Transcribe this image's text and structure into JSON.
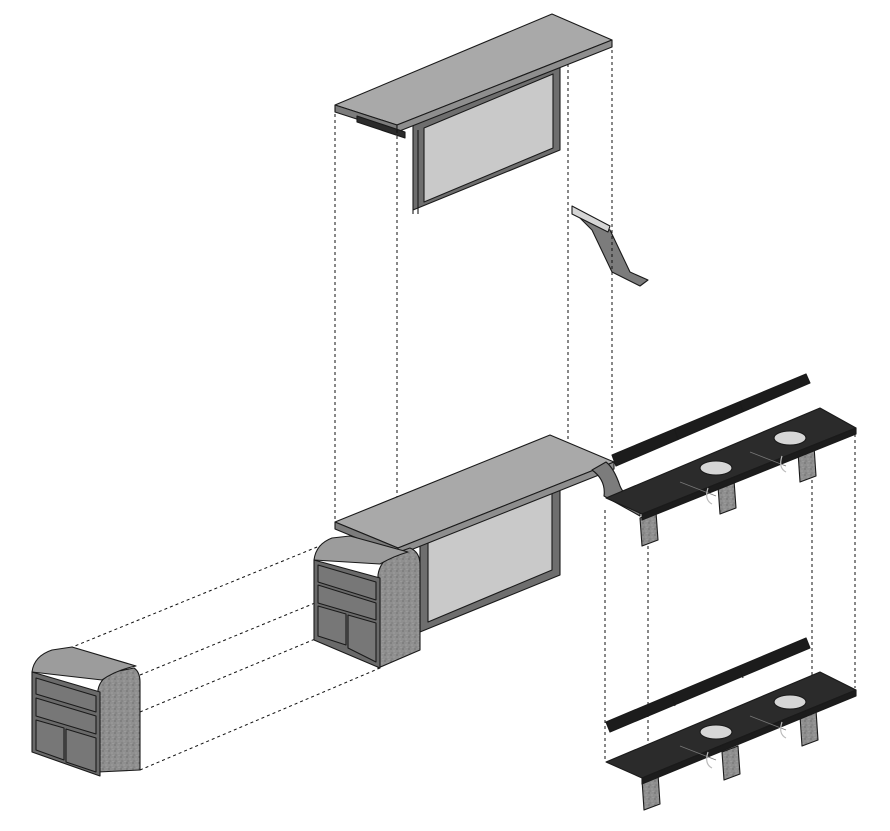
{
  "figure": {
    "kind": "exploded isometric furniture assembly",
    "text_labels": [],
    "colors": {
      "line": "#1a1a1a",
      "light_surface": "#a9a9a9",
      "dark_surface": "#2b2b2b",
      "background": "#ffffff"
    },
    "components": [
      {
        "name": "upper-shelf-with-mirror",
        "state": "exploded"
      },
      {
        "name": "small-bracket-shelf",
        "state": "exploded"
      },
      {
        "name": "desk-with-mirror-panel",
        "state": "assembled"
      },
      {
        "name": "drawer-cabinet-assembled",
        "state": "assembled"
      },
      {
        "name": "drawer-cabinet-exploded",
        "state": "exploded"
      },
      {
        "name": "bench-with-basins-upper",
        "state": "assembled"
      },
      {
        "name": "bench-with-basins-lower",
        "state": "exploded"
      }
    ]
  }
}
